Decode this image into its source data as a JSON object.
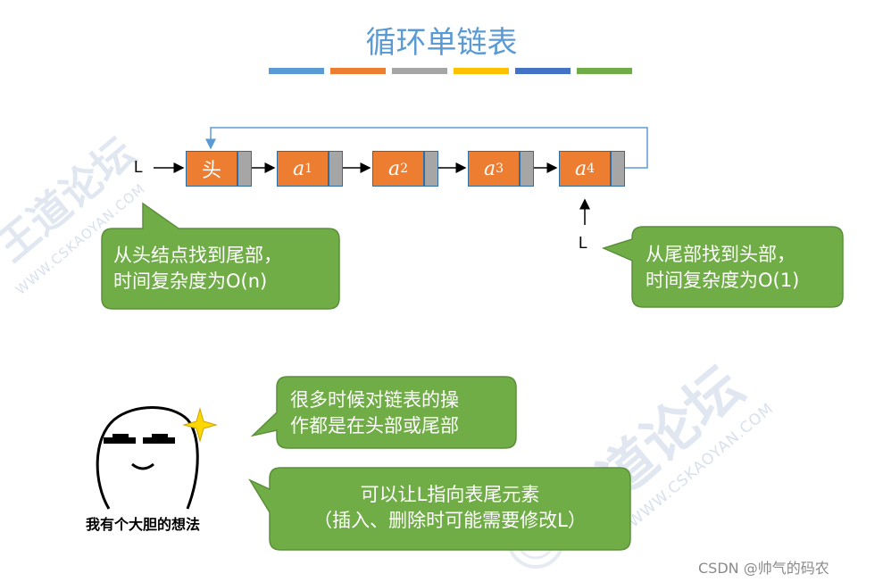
{
  "title": "循环单链表",
  "title_bar_colors": [
    "#5b9bd5",
    "#ed7d31",
    "#a5a5a5",
    "#ffc000",
    "#4472c4",
    "#70ad47"
  ],
  "colors": {
    "node_data": "#ed7d31",
    "node_pointer": "#a6a6a6",
    "callout": "#70ad47",
    "callout_border": "#5b8f3a",
    "loop_arrow": "#5b9bd5",
    "title": "#5b9bd5"
  },
  "list": {
    "head_pointer_label": "L",
    "tail_pointer_label": "L",
    "nodes": [
      {
        "label": "头",
        "sub": ""
      },
      {
        "label": "a",
        "sub": "1"
      },
      {
        "label": "a",
        "sub": "2"
      },
      {
        "label": "a",
        "sub": "3"
      },
      {
        "label": "a",
        "sub": "4"
      }
    ]
  },
  "callouts": {
    "left": [
      "从头结点找到尾部，",
      "时间复杂度为O(n)"
    ],
    "right": [
      "从尾部找到头部，",
      "时间复杂度为O(1)"
    ],
    "middle": [
      "很多时候对链表的操",
      "作都是在头部或尾部"
    ],
    "bottom": [
      "可以让L指向表尾元素",
      "（插入、删除时可能需要修改L）"
    ]
  },
  "meme_caption": "我有个大胆的想法",
  "watermark": {
    "main": "王道论坛",
    "sub": "WWW.CSKAOYAN.COM"
  },
  "credit": "CSDN @帅气的码农"
}
